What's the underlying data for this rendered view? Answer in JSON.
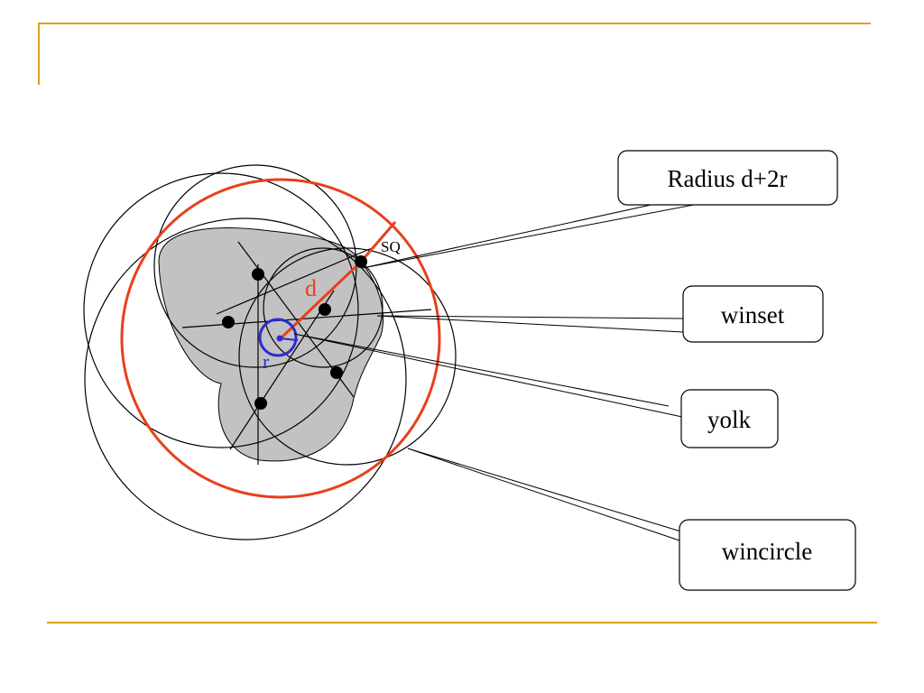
{
  "labels": {
    "sq": "SQ",
    "d": "d",
    "r": "r",
    "radius": "Radius d+2r",
    "winset": "winset",
    "yolk": "yolk",
    "wincircle": "wincircle"
  },
  "colors": {
    "accent_rule": "#d9a21b",
    "red": "#e8401c",
    "blue": "#2b2bd6",
    "winset_fill": "#c2c2c2",
    "ink": "#000000"
  }
}
